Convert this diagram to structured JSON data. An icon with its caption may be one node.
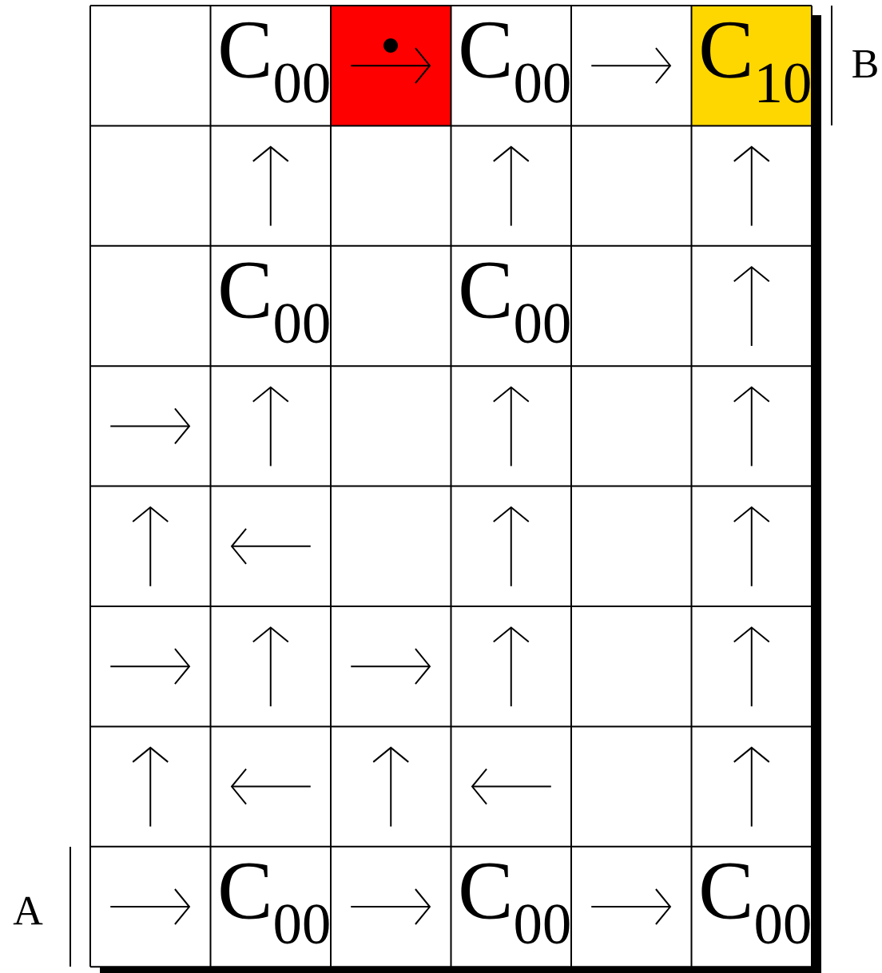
{
  "diagram": {
    "nodes": [
      {
        "text": [
          "C$_{00}$"
        ]
      },
      {
        "text": [
          "C$_{00}$"
        ]
      },
      {
        "text": [
          "C$_{10}$"
        ]
      },
      {
        "text": [
          "C$_{00}$"
        ]
      },
      {
        "text": [
          "C$_{00}$"
        ]
      },
      {
        "text": [
          "C$_{00}$"
        ]
      },
      {
        "text": [
          "C$_{00}$"
        ]
      },
      {
        "text": [
          "C$_{00}$"
        ]
      }
    ],
    "labels": [
      "B",
      "A"
    ]
  }
}
